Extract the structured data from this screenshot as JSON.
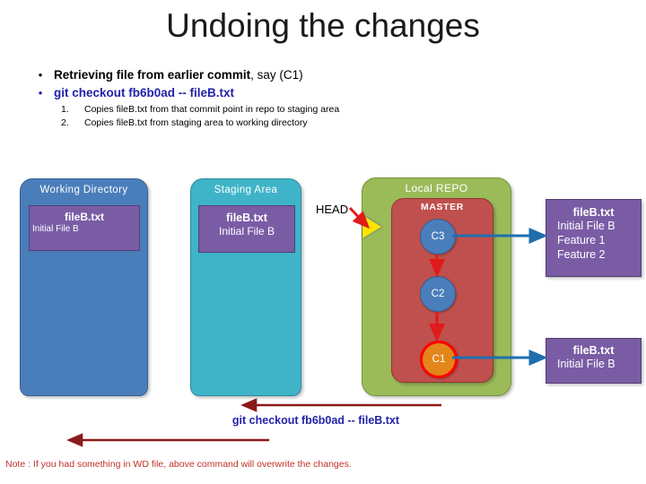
{
  "slide": {
    "title": "Undoing the changes",
    "bullets": [
      {
        "bold": "Retrieving file from earlier commit",
        "rest": ", say (C1)"
      },
      {
        "bold": "git checkout fb6b0ad -- fileB.txt",
        "rest": ""
      }
    ],
    "substeps": [
      {
        "num": "1.",
        "text": "Copies fileB.txt from that commit point in repo to staging area"
      },
      {
        "num": "2.",
        "text": "Copies fileB.txt from staging area to working directory"
      }
    ],
    "command_label": "git checkout fb6b0ad -- fileB.txt",
    "note": "Note : If you had something in WD file, above command will overwrite the changes."
  },
  "diagram": {
    "working_directory": {
      "label": "Working Directory",
      "file": {
        "name": "fileB.txt",
        "lines": [
          "Initial File B"
        ]
      }
    },
    "staging_area": {
      "label": "Staging Area",
      "file": {
        "name": "fileB.txt",
        "lines": [
          "Initial File B"
        ]
      }
    },
    "local_repo": {
      "label": "Local REPO",
      "branch_label": "MASTER",
      "commits": [
        {
          "id": "C3",
          "highlighted": false
        },
        {
          "id": "C2",
          "highlighted": false
        },
        {
          "id": "C1",
          "highlighted": true
        }
      ]
    },
    "head": {
      "label": "HEAD"
    },
    "repo_files": [
      {
        "name": "fileB.txt",
        "lines": [
          "Initial File B",
          "Feature 1",
          "Feature 2"
        ],
        "from_commit": "C3"
      },
      {
        "name": "fileB.txt",
        "lines": [
          "Initial File B"
        ],
        "from_commit": "C1"
      }
    ]
  },
  "colors": {
    "working_directory": "#4a7ebb",
    "staging_area": "#3fb4c8",
    "local_repo": "#9bbb59",
    "master_branch": "#c0504d",
    "file_card": "#7a5ca5",
    "commit_normal": "#4a7ebb",
    "commit_highlight": "#e3861a",
    "highlight_ring": "#ff0000",
    "head_marker": "#ffe400",
    "command_text": "#2222aa",
    "note_text": "#c0302b",
    "flow_arrow": "#8b1a1a",
    "link_arrow": "#1f6fad"
  }
}
